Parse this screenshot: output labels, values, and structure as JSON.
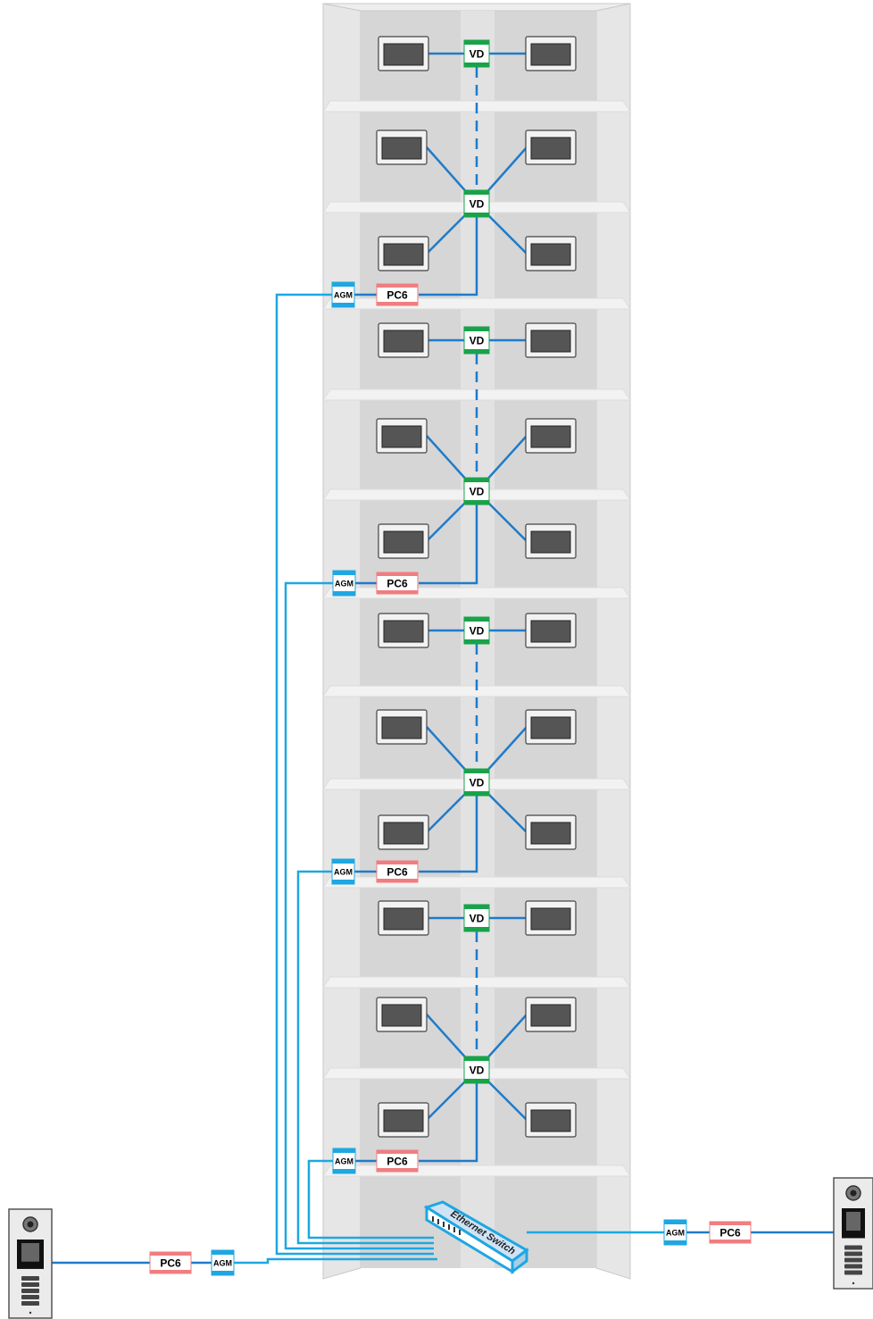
{
  "labels": {
    "vd": "VD",
    "pc6": "PC6",
    "agm": "AGM",
    "switch": "Ethernet Switch"
  },
  "colors": {
    "building_face": "#d9d9d9",
    "building_side": "#e8e8e8",
    "shaft": "#cdcdcd",
    "floor_slab": "#efefef",
    "line_vd": "#1f7bc9",
    "line_backbone": "#1ea7e1",
    "vd_band": "#19a24a",
    "pc6_band": "#f07d80",
    "agm_band": "#1ea7e1",
    "monitor_frame": "#f2f2f2",
    "monitor_screen": "#555555",
    "switch_fill": "#cfe3f5"
  },
  "diagram": {
    "floors_per_group": 3,
    "group_count": 4,
    "devices": {
      "vd": "video-distributor",
      "pc6": "power-supply",
      "agm": "gateway-module",
      "monitor": "indoor-monitor",
      "panel": "door-entry-panel"
    }
  }
}
